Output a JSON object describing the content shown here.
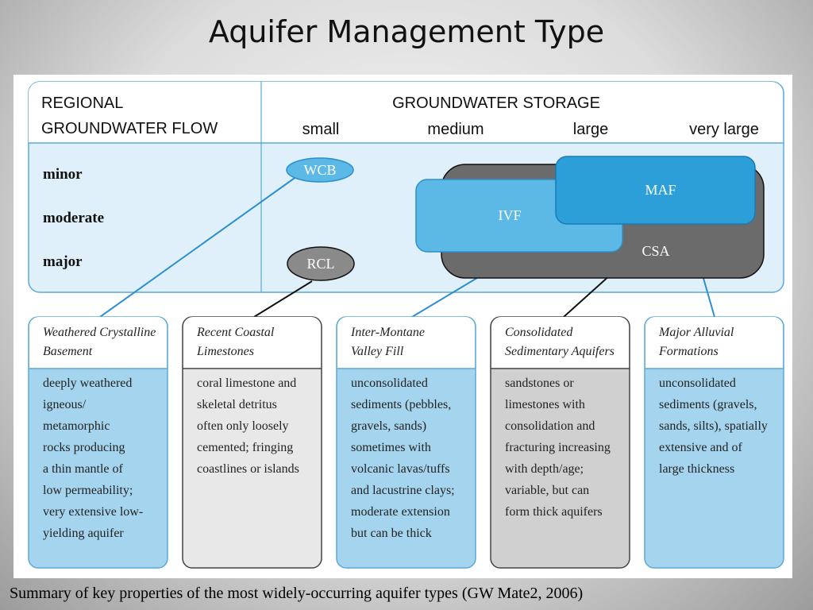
{
  "title": "Aquifer Management Type",
  "caption": "Summary of key properties of the most widely-occurring aquifer types (GW Mate2, 2006)",
  "colors": {
    "panel_blue": "#dff0fa",
    "border_blue": "#5ba9d6",
    "card_blue": "#a5d4ee",
    "card_grey": "#e8e8e8",
    "card_dark_grey": "#d0d0d0",
    "csa_fill": "#6b6b6b",
    "ivf_fill": "#5cb9e6",
    "maf_fill": "#2c9fd9"
  },
  "chart": {
    "flow_heading": [
      "REGIONAL",
      "GROUNDWATER FLOW"
    ],
    "storage_heading": "GROUNDWATER STORAGE",
    "storage_levels": [
      "small",
      "medium",
      "large",
      "very large"
    ],
    "flow_levels": [
      "minor",
      "moderate",
      "major"
    ],
    "shapes": {
      "wcb": "WCB",
      "rcl": "RCL",
      "ivf": "IVF",
      "maf": "MAF",
      "csa": "CSA"
    }
  },
  "cards": [
    {
      "title": [
        "Weathered Crystalline",
        "Basement"
      ],
      "body": [
        "deeply weathered",
        "igneous/",
        "metamorphic",
        "rocks producing",
        "a thin mantle of",
        "low permeability;",
        "very extensive low-",
        "yielding aquifer"
      ]
    },
    {
      "title": [
        "Recent Coastal",
        "Limestones"
      ],
      "body": [
        "coral limestone and",
        "skeletal detritus",
        "often only loosely",
        "cemented; fringing",
        "coastlines or islands"
      ]
    },
    {
      "title": [
        "Inter-Montane",
        "Valley Fill"
      ],
      "body": [
        "unconsolidated",
        "sediments (pebbles,",
        "gravels, sands)",
        "sometimes with",
        "volcanic lavas/tuffs",
        "and lacustrine clays;",
        "moderate extension",
        "but can be thick"
      ]
    },
    {
      "title": [
        "Consolidated",
        "Sedimentary Aquifers"
      ],
      "body": [
        "sandstones or",
        "limestones with",
        "consolidation and",
        "fracturing increasing",
        "with depth/age;",
        "variable, but can",
        "form thick aquifers"
      ]
    },
    {
      "title": [
        "Major Alluvial",
        "Formations"
      ],
      "body": [
        "unconsolidated",
        "sediments (gravels,",
        "sands, silts), spatially",
        "extensive and of",
        "large thickness"
      ]
    }
  ]
}
